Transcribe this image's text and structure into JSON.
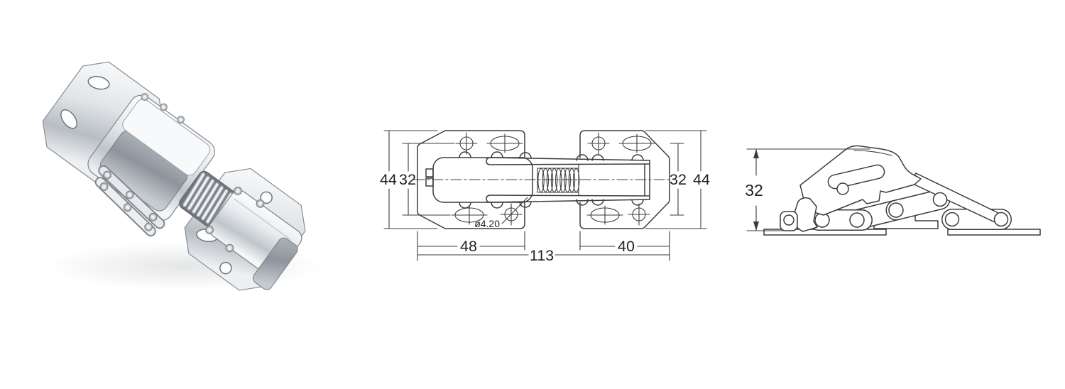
{
  "figure": {
    "background": "#ffffff",
    "line_color": "#3e3a39",
    "text_color": "#231f20"
  },
  "top_view": {
    "dim_left_outer": "44",
    "dim_left_inner": "32",
    "dim_right_inner": "32",
    "dim_right_outer": "44",
    "dim_left_plate": "48",
    "dim_overall": "113",
    "dim_right_plate": "40",
    "hole_diameter_label": "ø4.20"
  },
  "side_view": {
    "dim_height": "32"
  }
}
